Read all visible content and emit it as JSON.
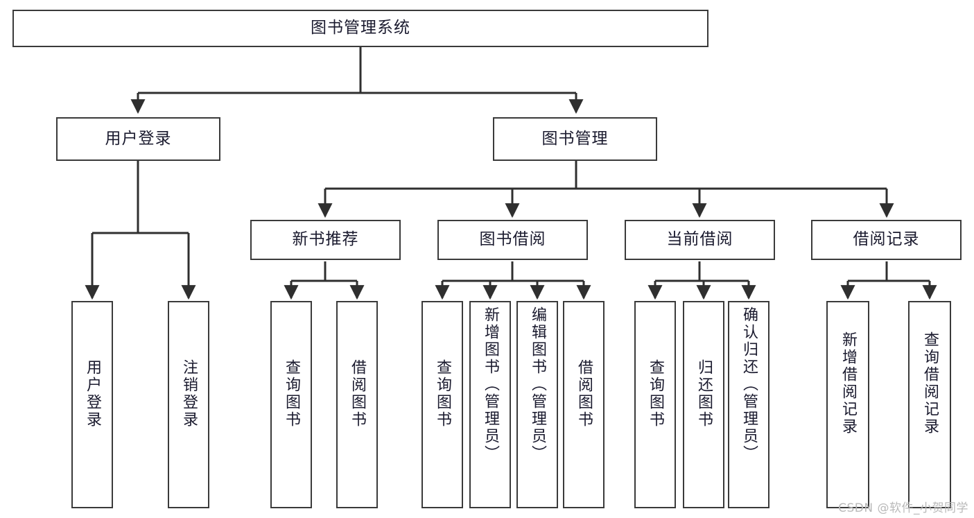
{
  "diagram": {
    "title": "图书管理系统",
    "type": "tree",
    "colors": {
      "box_border": "#3a3a3a",
      "box_fill": "#ffffff",
      "edge": "#2f2f2f",
      "text": "#1a1a2e",
      "watermark": "#b9b9b9",
      "background": "#ffffff"
    },
    "root": {
      "id": "root",
      "label": "图书管理系统"
    },
    "level2": [
      {
        "id": "user-login",
        "label": "用户登录"
      },
      {
        "id": "book-management",
        "label": "图书管理"
      }
    ],
    "level3": [
      {
        "id": "new-book-recommend",
        "label": "新书推荐"
      },
      {
        "id": "book-borrow",
        "label": "图书借阅"
      },
      {
        "id": "current-borrow",
        "label": "当前借阅"
      },
      {
        "id": "borrow-record",
        "label": "借阅记录"
      }
    ],
    "leaves": {
      "user-login": [
        {
          "id": "leaf-user-login",
          "label": "用户登录"
        },
        {
          "id": "leaf-logout-login",
          "label": "注销登录"
        }
      ],
      "new-book-recommend": [
        {
          "id": "leaf-query-book-1",
          "label": "查询图书"
        },
        {
          "id": "leaf-borrow-book-1",
          "label": "借阅图书"
        }
      ],
      "book-borrow": [
        {
          "id": "leaf-query-book-2",
          "label": "查询图书"
        },
        {
          "id": "leaf-add-book",
          "label": "新增图书（管理员）"
        },
        {
          "id": "leaf-edit-book",
          "label": "编辑图书（管理员）"
        },
        {
          "id": "leaf-borrow-book-2",
          "label": "借阅图书"
        }
      ],
      "current-borrow": [
        {
          "id": "leaf-query-book-3",
          "label": "查询图书"
        },
        {
          "id": "leaf-return-book",
          "label": "归还图书"
        },
        {
          "id": "leaf-confirm-return",
          "label": "确认归还（管理员）"
        }
      ],
      "borrow-record": [
        {
          "id": "leaf-add-record",
          "label": "新增借阅记录"
        },
        {
          "id": "leaf-query-record",
          "label": "查询借阅记录"
        }
      ]
    }
  },
  "watermark": {
    "text": "CSDN @软件_小贺同学"
  }
}
